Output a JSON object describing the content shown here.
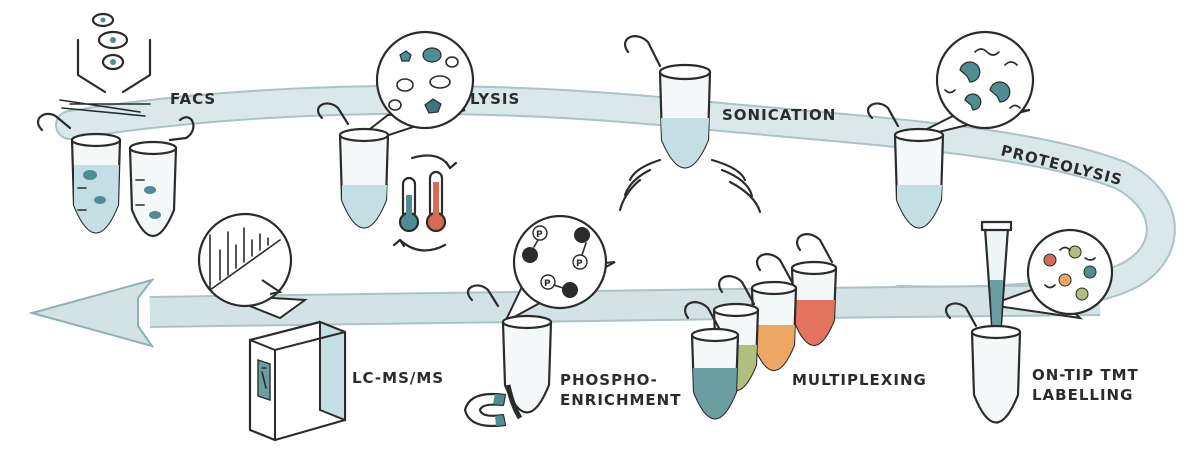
{
  "steps": {
    "facs": "FACS",
    "lysis": "LYSIS",
    "sonication": "SONICATION",
    "proteolysis": "PROTEOLYSIS",
    "tmt_line1": "ON-TIP TMT",
    "tmt_line2": "LABELLING",
    "multiplexing": "MULTIPLEXING",
    "phospho_line1": "PHOSPHO-",
    "phospho_line2": "ENRICHMENT",
    "lcms": "LC-MS/MS"
  },
  "phospho_mark": "P",
  "colors": {
    "ribbon": "#cfe0e2",
    "ribbon_edge": "#9fbcc0",
    "liquid": "#c4dfe3",
    "teal": "#4f8d93",
    "dark_teal": "#3d777d",
    "tube": "#f4f8f9",
    "red_tube": "#e2735f",
    "orange_tube": "#eda663",
    "green_tube": "#aebf80",
    "teal_tube": "#6a9ea0",
    "hot": "#d86a58",
    "cold": "#4f8d93"
  },
  "icons": [
    "sorter-nozzle-icon",
    "thermometer-icon",
    "sound-wave-icon",
    "magnet-icon",
    "pipette-tip-icon",
    "mass-spectrometer-icon"
  ]
}
